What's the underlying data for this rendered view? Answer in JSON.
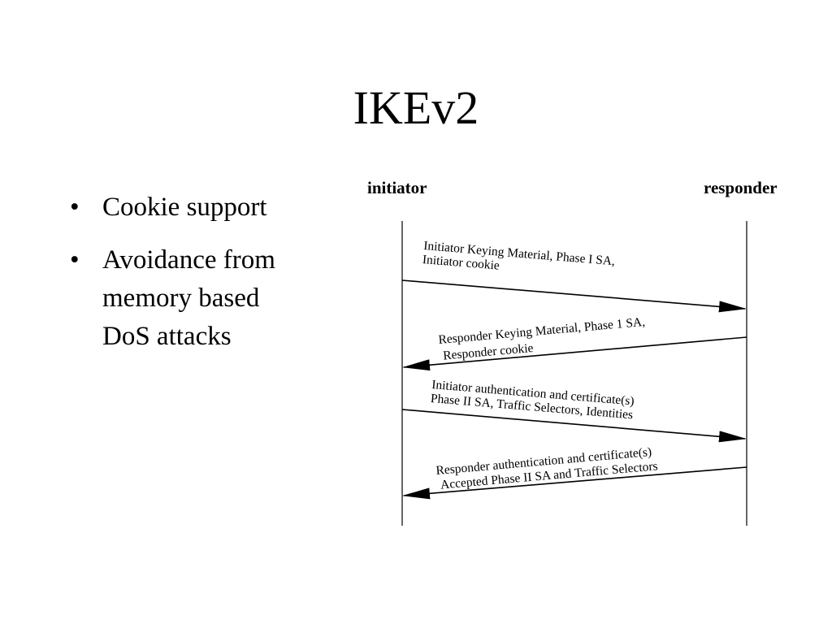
{
  "slide": {
    "title": "IKEv2",
    "bullets": [
      {
        "lines": [
          "Cookie support"
        ]
      },
      {
        "lines": [
          "Avoidance from",
          "memory based",
          "DoS attacks"
        ]
      }
    ]
  },
  "diagram": {
    "actors": {
      "initiator": "initiator",
      "responder": "responder"
    },
    "messages": [
      {
        "direction": "initiator-to-responder",
        "lines": [
          "Initiator Keying Material, Phase I SA,",
          "Initiator cookie"
        ]
      },
      {
        "direction": "responder-to-initiator",
        "lines": [
          "Responder Keying Material, Phase 1 SA,",
          "Responder cookie"
        ]
      },
      {
        "direction": "initiator-to-responder",
        "lines": [
          "Initiator authentication and certificate(s)",
          "Phase II SA, Traffic Selectors, Identities"
        ]
      },
      {
        "direction": "responder-to-initiator",
        "lines": [
          "Responder authentication and certificate(s)",
          "Accepted Phase II SA and Traffic Selectors"
        ]
      }
    ]
  }
}
